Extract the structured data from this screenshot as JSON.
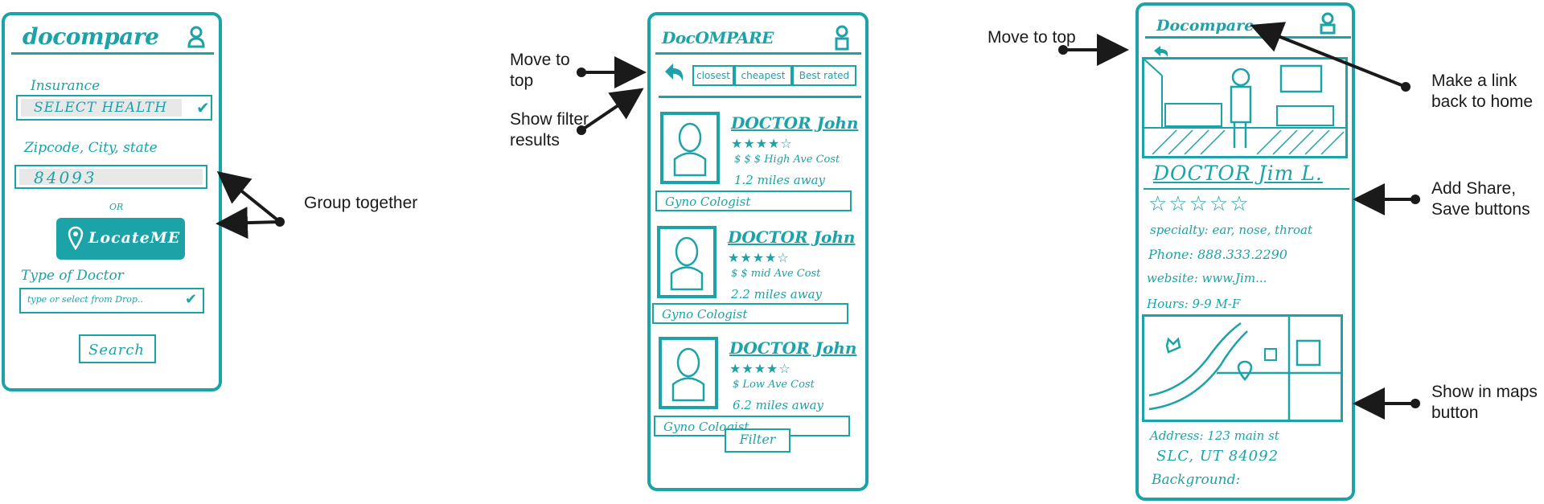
{
  "search_screen": {
    "logo": "docompare",
    "insurance_label": "Insurance",
    "insurance_value": "SELECT HEALTH",
    "zip_label": "Zipcode, City, state",
    "zip_value": "84093",
    "or_text": "OR",
    "locate_label": "LocateME",
    "doctor_type_label": "Type of Doctor",
    "doctor_type_placeholder": "type or select from Drop..",
    "search_label": "Search"
  },
  "results_screen": {
    "logo": "DocOMPARE",
    "tabs": [
      "closest",
      "cheapest",
      "Best rated"
    ],
    "results": [
      {
        "name": "DOCTOR John",
        "stars": "★★★★☆",
        "cost": "$ $ $  High Ave Cost",
        "distance": "1.2 miles away",
        "specialty": "Gyno Cologist"
      },
      {
        "name": "DOCTOR John",
        "stars": "★★★★☆",
        "cost": "$ $  mid Ave Cost",
        "distance": "2.2 miles away",
        "specialty": "Gyno Cologist"
      },
      {
        "name": "DOCTOR John",
        "stars": "★★★★☆",
        "cost": "$  Low Ave Cost",
        "distance": "6.2 miles away",
        "specialty": "Gyno Cologist"
      }
    ],
    "filter_label": "Filter"
  },
  "detail_screen": {
    "logo": "Docompare",
    "doctor_name": "DOCTOR Jim L.",
    "stars": "☆☆☆☆☆",
    "specialty": "specialty: ear, nose, throat",
    "phone": "Phone: 888.333.2290",
    "website": "website: www.Jim...",
    "hours": "Hours: 9-9  M-F",
    "address_line1": "Address: 123 main st",
    "address_line2": "SLC, UT 84092",
    "background": "Background:"
  },
  "annotations": {
    "group_together": "Group together",
    "move_to_top_1": "Move to top",
    "show_filter": "Show filter results",
    "move_to_top_2": "Move to top",
    "home_link": "Make a link back to home",
    "share_save": "Add Share, Save buttons",
    "maps_button": "Show in maps button"
  },
  "colors": {
    "sketch": "#1ba3a8",
    "ink": "#1a1a1a"
  }
}
